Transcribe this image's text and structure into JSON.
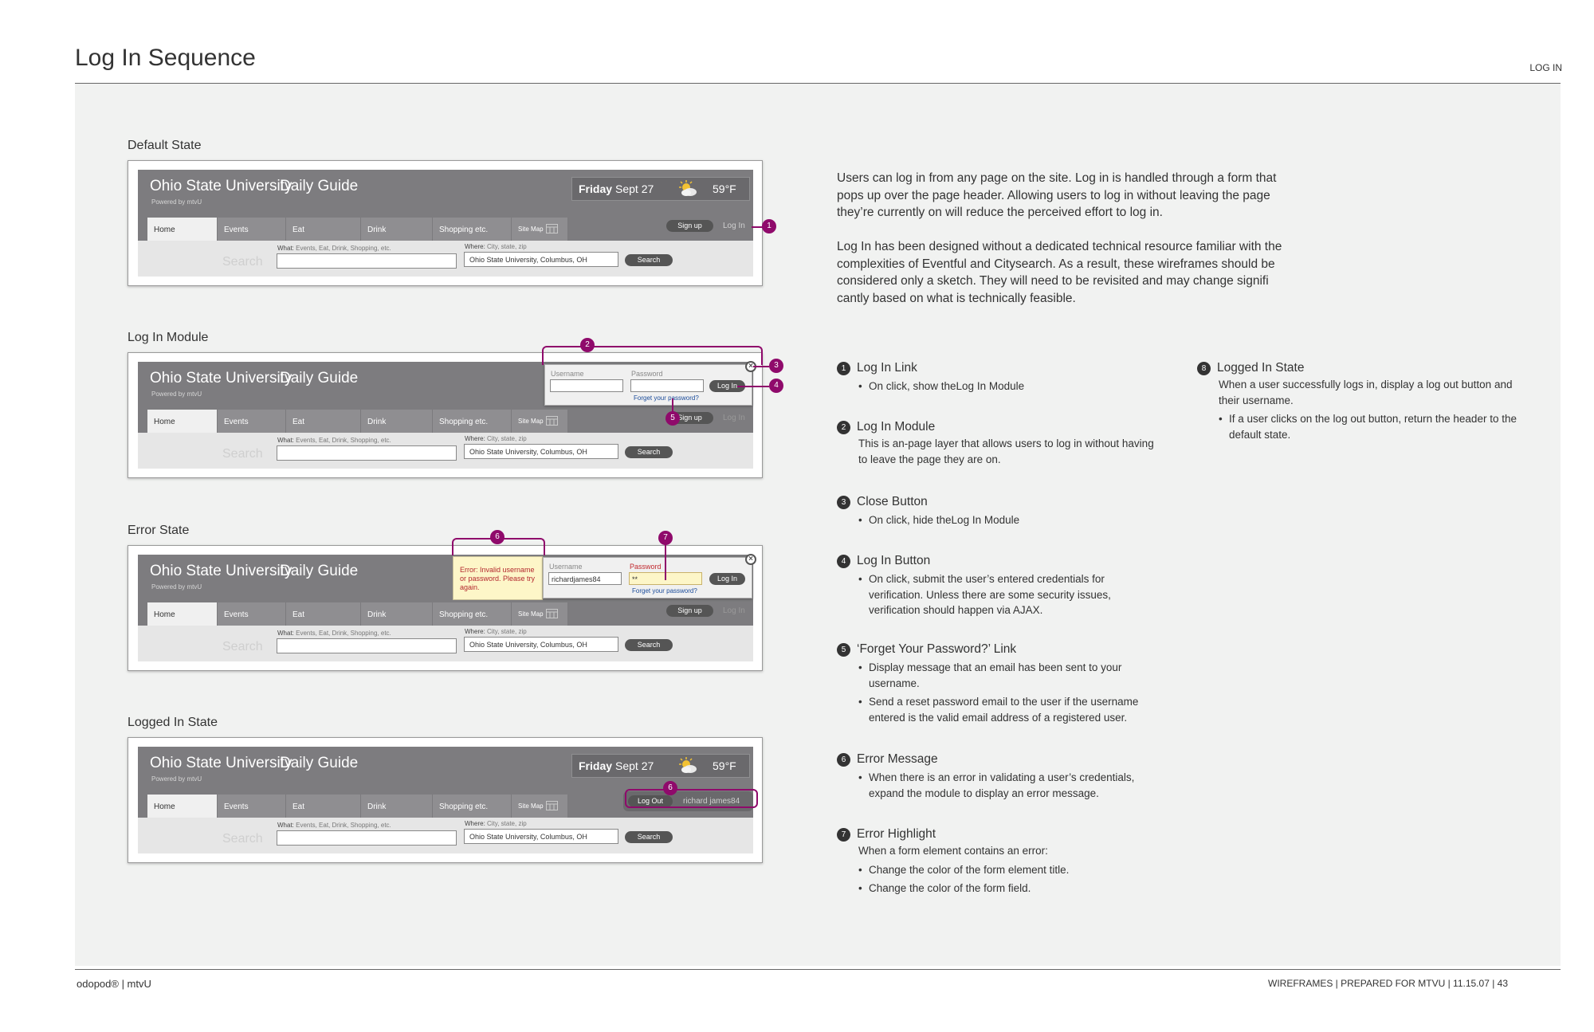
{
  "header": {
    "title": "Log In Sequence",
    "section": "LOG IN"
  },
  "states": [
    {
      "label": "Default State"
    },
    {
      "label": "Log In Module"
    },
    {
      "label": "Error State"
    },
    {
      "label": "Logged In State"
    }
  ],
  "mock": {
    "site_name": "Ohio State University",
    "guide": "Daily Guide",
    "powered": "Powered by mtvU",
    "day": "Friday",
    "date": "Sept 27",
    "temp": "59°F",
    "nav": [
      "Home",
      "Events",
      "Eat",
      "Drink",
      "Shopping etc.",
      "Site Map"
    ],
    "signup": "Sign up",
    "login_link": "Log In",
    "what_label": "What:",
    "what_hint": "Events, Eat, Drink, Shopping, etc.",
    "where_label": "Where:",
    "where_hint": "City, state, zip",
    "where_value": "Ohio State University, Columbus, OH",
    "search_ghost": "Search",
    "search_btn": "Search",
    "username_label": "Username",
    "password_label": "Password",
    "login_btn": "Log In",
    "forgot": "Forget your password?",
    "error_msg": "Error: Invalid username or password. Please try again.",
    "username_value": "richardjames84",
    "password_value": "**",
    "logout_btn": "Log Out",
    "logged_user": "richard james84"
  },
  "callouts": [
    "1",
    "2",
    "3",
    "4",
    "5",
    "6",
    "7"
  ],
  "intro": [
    "Users can log in from any page on the site. Log in is handled through a form that pops up over the page header. Allowing users to log in without leaving the page they’re currently on will reduce the perceived effort to log in.",
    "Log In has been designed without a dedicated technical resource familiar with the complexities of Eventful and Citysearch. As a result, these wireframes should be considered only a sketch. They will need to be revisited and may change signifi cantly based on what is technically feasible."
  ],
  "items": [
    {
      "num": "1",
      "title": "Log In Link",
      "bullets": [
        "On click, show theLog In Module"
      ]
    },
    {
      "num": "2",
      "title": "Log In Module",
      "text": "This is an-page layer that allows users to log in without having to leave the page they are on."
    },
    {
      "num": "3",
      "title": "Close Button",
      "bullets": [
        "On click, hide theLog In Module"
      ]
    },
    {
      "num": "4",
      "title": "Log In Button",
      "bullets": [
        "On click, submit the user’s entered credentials for verification. Unless there are some security issues, verification should happen via AJAX."
      ]
    },
    {
      "num": "5",
      "title": "‘Forget Your Password?’ Link",
      "bullets": [
        "Display message that an email has been sent to your username.",
        "Send a reset password email to the user if the username entered is the valid email address of a registered user."
      ]
    },
    {
      "num": "6",
      "title": "Error Message",
      "bullets": [
        "When there is an error in validating a user’s credentials, expand the module to display an error message."
      ]
    },
    {
      "num": "7",
      "title": "Error Highlight",
      "text": "When a form element contains an error:",
      "bullets": [
        "Change the color of the form element title.",
        "Change the color of the form field."
      ]
    },
    {
      "num": "8",
      "title": "Logged In State",
      "text": "When a user successfully logs in, display a log out button and their username.",
      "bullets": [
        "If a user clicks on the log out button, return the header to the default state."
      ]
    }
  ],
  "footer": {
    "left": "odopod®  |  mtvU",
    "right": "WIREFRAMES   |   PREPARED FOR MTVU   |  11.15.07  |  43"
  },
  "colors": {
    "accent": "#8f0a6b",
    "header_gray": "#7d7c7f",
    "panel_bg": "#f1f2f1"
  }
}
